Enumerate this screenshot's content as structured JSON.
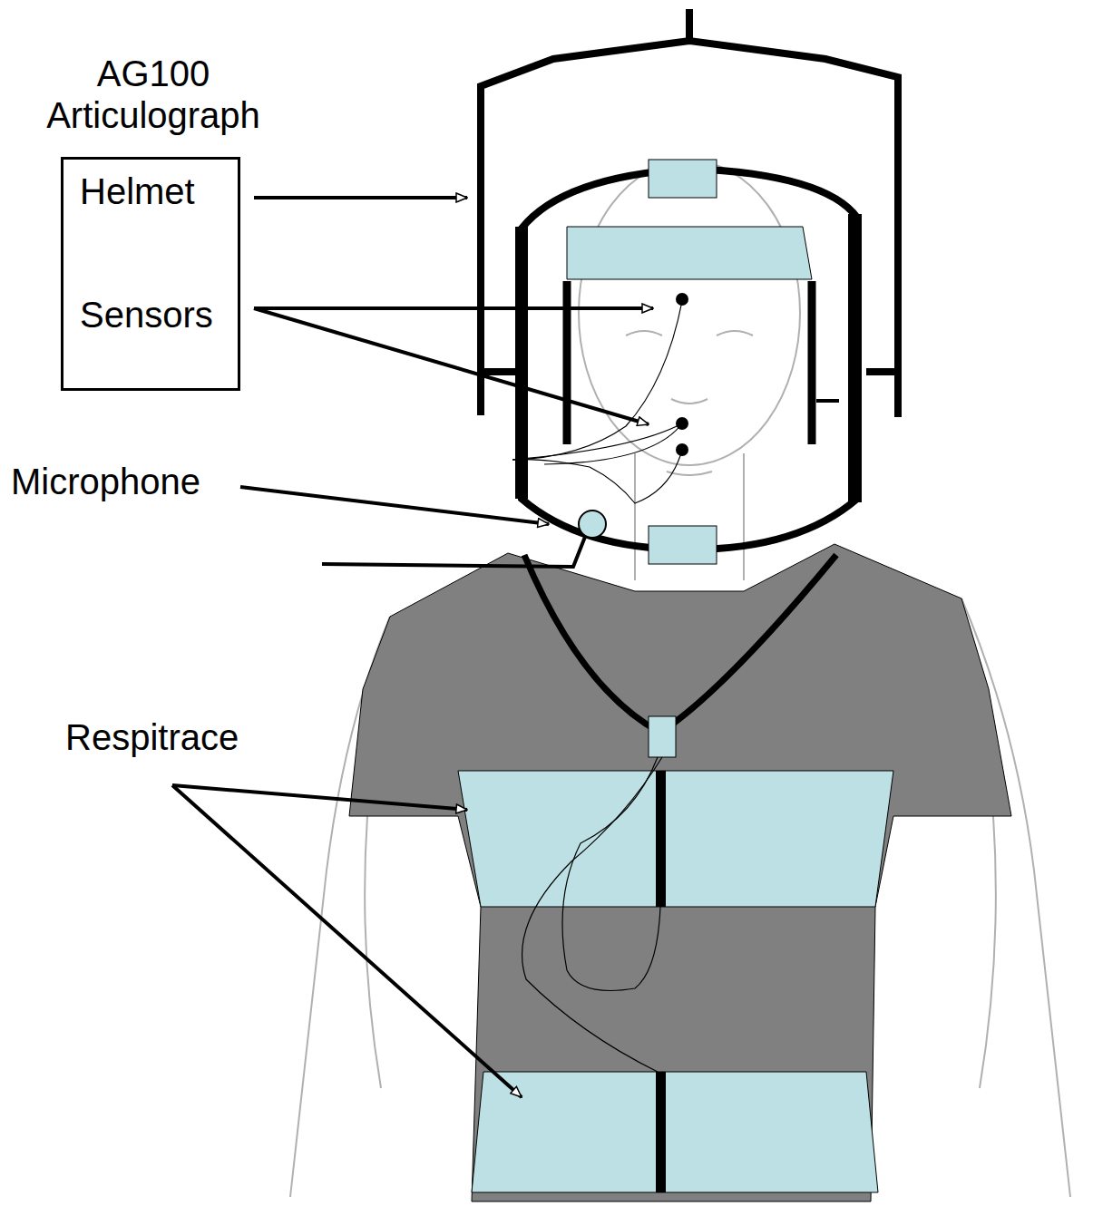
{
  "diagram": {
    "nodes": [
      {
        "text": [
          "AG100 Articulograph",
          "Helmet",
          "Sensors"
        ]
      }
    ],
    "edges": [],
    "labels": [
      "Microphone",
      "Respitrace"
    ]
  }
}
